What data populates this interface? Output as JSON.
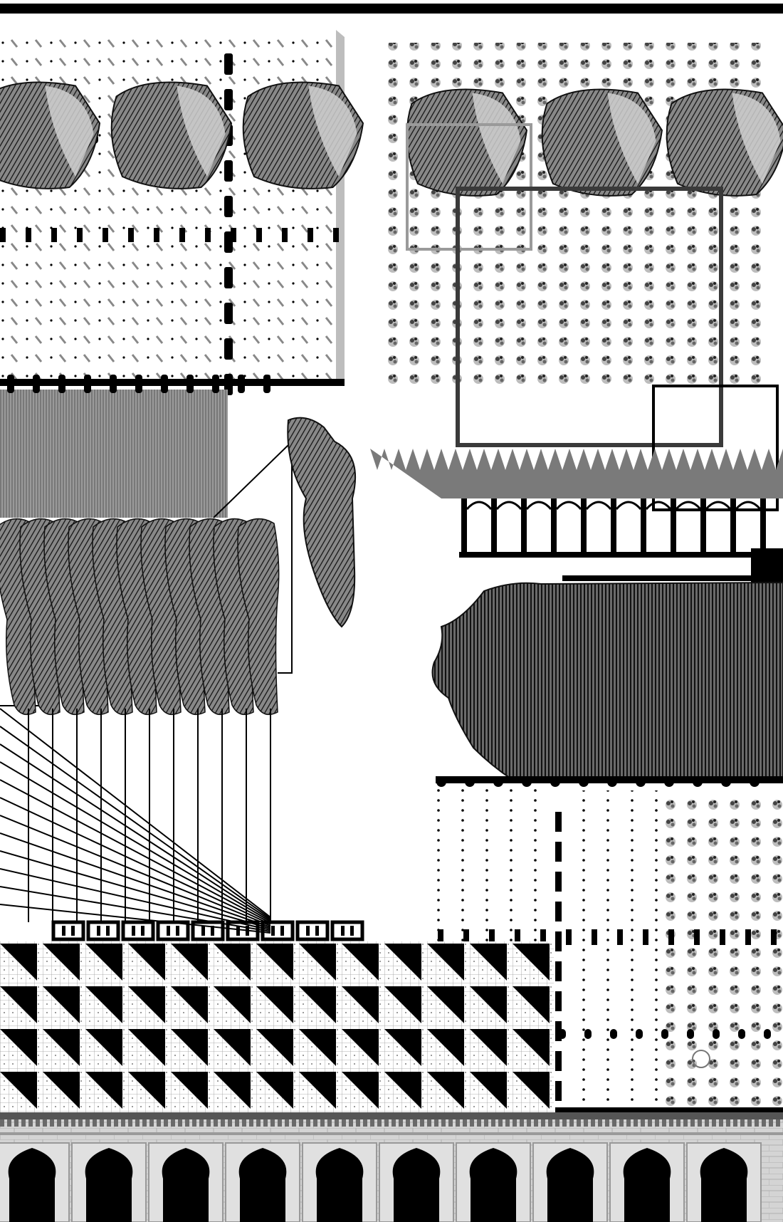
{
  "artwork": {
    "type": "architectural-collage",
    "palette": {
      "ink": "#000000",
      "mid_gray": "#8c8c8c",
      "light_gray": "#c8c8c8",
      "paper": "#ffffff"
    },
    "pattern_rows": 4,
    "pattern_cols": 13,
    "arch_count": 10,
    "rock_count_left": 3,
    "rock_count_right": 3,
    "hanging_strips": 11
  }
}
